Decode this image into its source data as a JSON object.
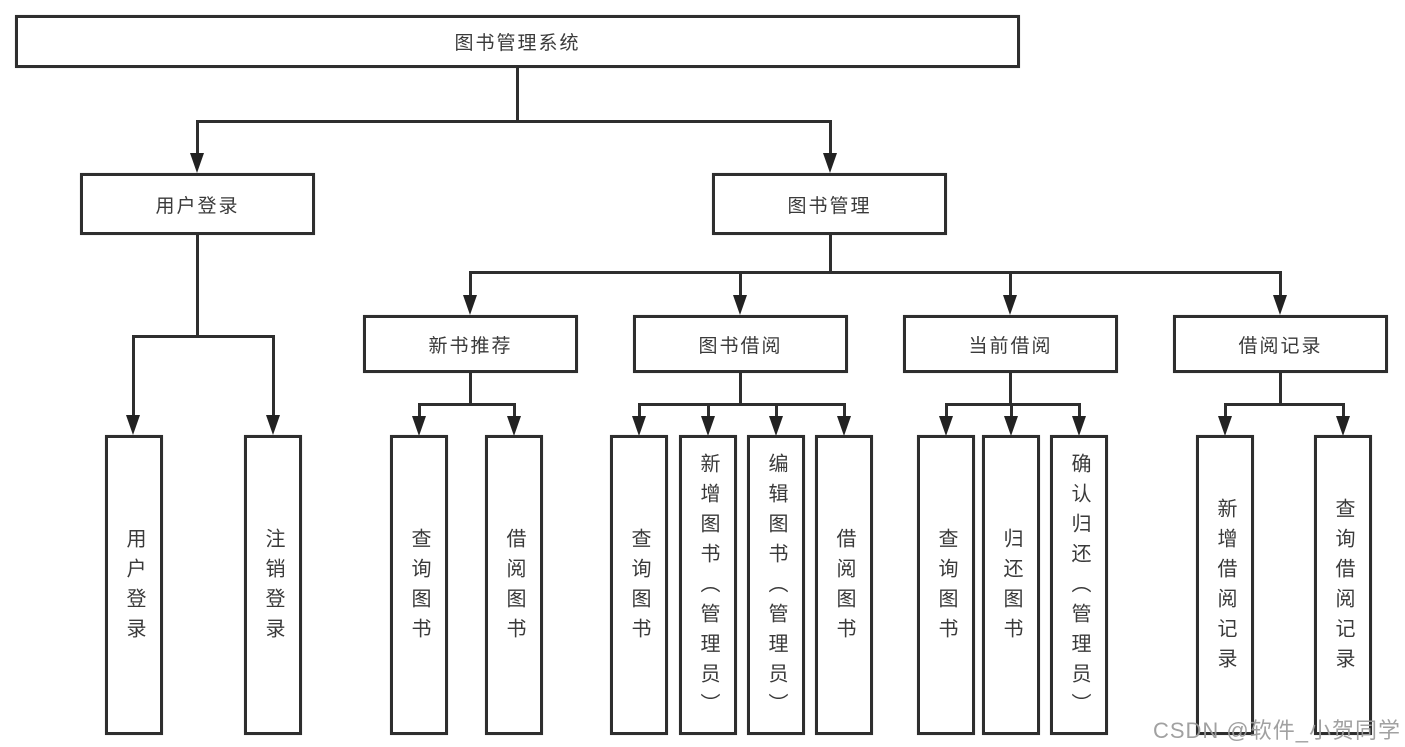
{
  "diagram": {
    "type": "hierarchy",
    "root": {
      "label": "图书管理系统"
    },
    "groups": [
      {
        "label": "用户登录",
        "children": [
          {
            "label": "用户登录"
          },
          {
            "label": "注销登录"
          }
        ]
      },
      {
        "label": "图书管理",
        "sections": [
          {
            "label": "新书推荐",
            "children": [
              {
                "label": "查询图书"
              },
              {
                "label": "借阅图书"
              }
            ]
          },
          {
            "label": "图书借阅",
            "children": [
              {
                "label": "查询图书"
              },
              {
                "label": "新增图书（管理员）"
              },
              {
                "label": "编辑图书（管理员）"
              },
              {
                "label": "借阅图书"
              }
            ]
          },
          {
            "label": "当前借阅",
            "children": [
              {
                "label": "查询图书"
              },
              {
                "label": "归还图书"
              },
              {
                "label": "确认归还（管理员）"
              }
            ]
          },
          {
            "label": "借阅记录",
            "children": [
              {
                "label": "新增借阅记录"
              },
              {
                "label": "查询借阅记录"
              }
            ]
          }
        ]
      }
    ],
    "colors": {
      "line": "#2e2e2e",
      "text": "#3a3a3a",
      "background": "#ffffff"
    }
  },
  "watermark": {
    "text": "CSDN @软件_小贺同学",
    "color": "#9c9c9c"
  }
}
